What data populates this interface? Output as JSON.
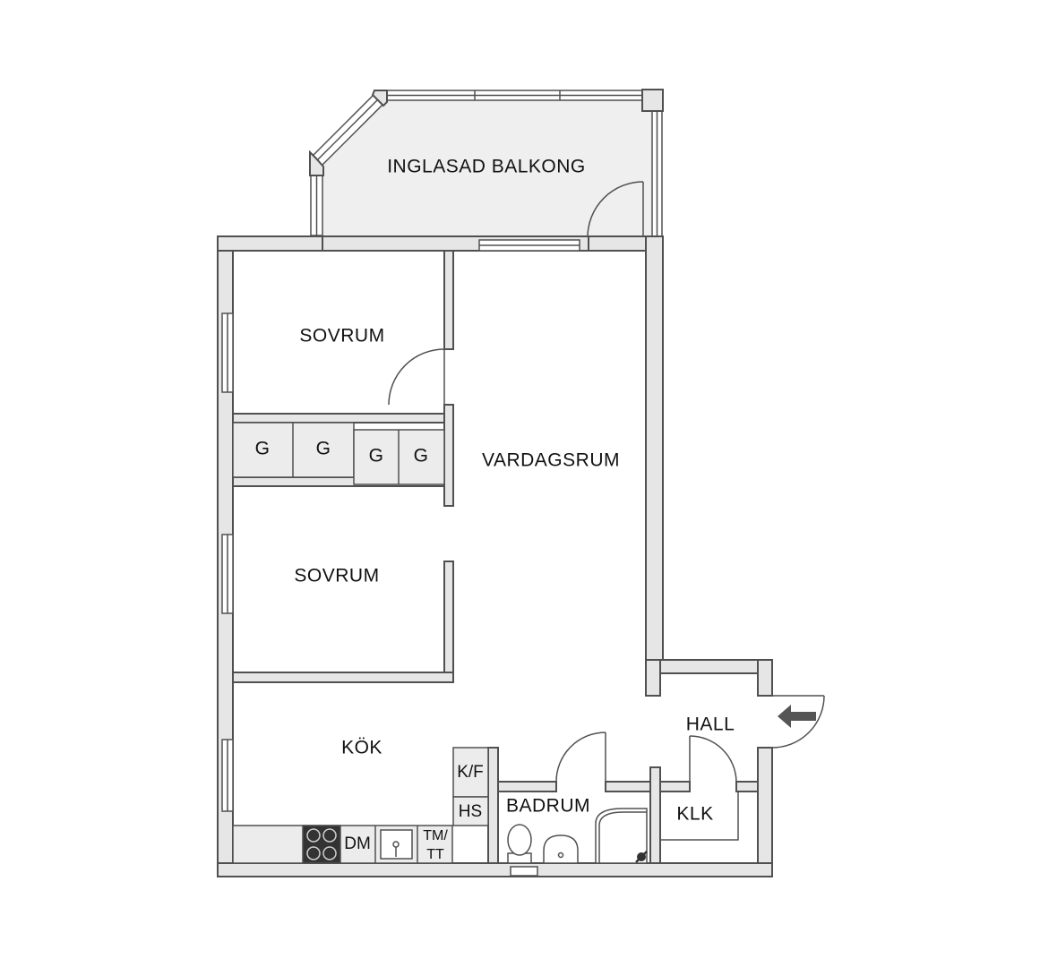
{
  "rooms": {
    "balcony": "INGLASAD BALKONG",
    "bedroom1": "SOVRUM",
    "bedroom2": "SOVRUM",
    "living": "VARDAGSRUM",
    "kitchen": "KÖK",
    "hall": "HALL",
    "bathroom": "BADRUM",
    "closet": "KLK"
  },
  "fixtures": {
    "wardrobes": [
      "G",
      "G",
      "G",
      "G"
    ],
    "fridge": "K/F",
    "tall_cabinet": "HS",
    "dishwasher": "DM",
    "washer_top": "TM/",
    "washer_bottom": "TT"
  },
  "colors": {
    "wall": "#e6e6e6",
    "outline": "#505050",
    "balcony_floor": "#efefef",
    "entrance_arrow": "#555555"
  }
}
